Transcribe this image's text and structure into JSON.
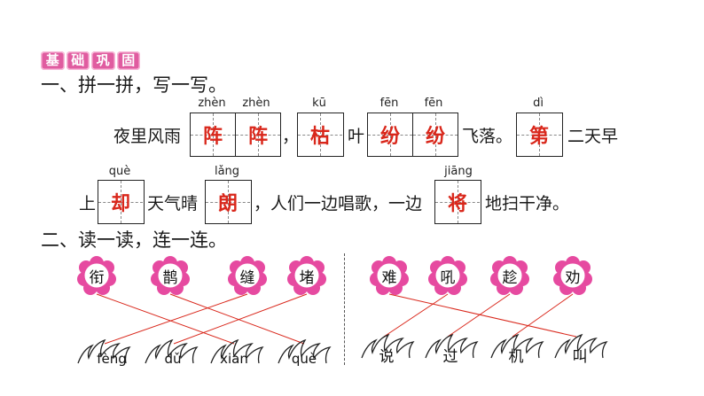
{
  "badge": {
    "chars": [
      "基",
      "础",
      "巩",
      "固"
    ]
  },
  "section1": {
    "title": "一、拼一拼，写一写。",
    "row1": {
      "prefix": "夜里风雨",
      "box1": {
        "pinyin": [
          "zhèn",
          "zhèn"
        ],
        "chars": [
          "阵",
          "阵"
        ]
      },
      "comma": "，",
      "box2": {
        "pinyin": [
          "kū"
        ],
        "chars": [
          "枯"
        ]
      },
      "mid1": "叶",
      "box3": {
        "pinyin": [
          "fēn",
          "fēn"
        ],
        "chars": [
          "纷",
          "纷"
        ]
      },
      "mid2": "飞落。",
      "box4": {
        "pinyin": [
          "dì"
        ],
        "chars": [
          "第"
        ]
      },
      "suffix": "二天早"
    },
    "row2": {
      "prefix": "上",
      "box1": {
        "pinyin": [
          "què"
        ],
        "chars": [
          "却"
        ]
      },
      "mid1": "天气晴",
      "box2": {
        "pinyin": [
          "lǎng"
        ],
        "chars": [
          "朗"
        ]
      },
      "mid2": "，人们一边唱歌，一边",
      "box3": {
        "pinyin": [
          "jiāng"
        ],
        "chars": [
          "将"
        ]
      },
      "suffix": "地扫干净。"
    }
  },
  "section2": {
    "title": "二、读一读，连一连。",
    "left_flowers": [
      "衔",
      "鹊",
      "缝",
      "堵"
    ],
    "left_grass": [
      "fèng",
      "dǔ",
      "xián",
      "què"
    ],
    "right_flowers": [
      "难",
      "吼",
      "趁",
      "劝"
    ],
    "right_grass": [
      "说",
      "过",
      "机",
      "叫"
    ],
    "line_color": "#d9271b",
    "flower_color": "#e64aa0",
    "flower_center_color": "#ffffff"
  }
}
